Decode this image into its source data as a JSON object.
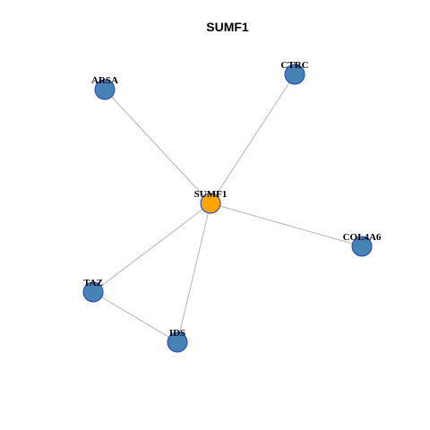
{
  "title": "SUMF1",
  "colors": {
    "hub": "#ffa500",
    "neighbor": "#4682b4",
    "node_border": "#1f3fbf",
    "edge": "#b3b3b3"
  },
  "nodes": [
    {
      "id": "SUMF1",
      "label": "SUMF1",
      "role": "hub"
    },
    {
      "id": "CTRC",
      "label": "CTRC",
      "role": "neighbor"
    },
    {
      "id": "ARSA",
      "label": "ARSA",
      "role": "neighbor"
    },
    {
      "id": "COL4A6",
      "label": "COL4A6",
      "role": "neighbor"
    },
    {
      "id": "TAZ",
      "label": "TAZ",
      "role": "neighbor"
    },
    {
      "id": "IDS",
      "label": "IDS",
      "role": "neighbor"
    }
  ],
  "edges": [
    {
      "source": "SUMF1",
      "target": "CTRC"
    },
    {
      "source": "SUMF1",
      "target": "ARSA"
    },
    {
      "source": "SUMF1",
      "target": "COL4A6"
    },
    {
      "source": "SUMF1",
      "target": "TAZ"
    },
    {
      "source": "SUMF1",
      "target": "IDS"
    },
    {
      "source": "TAZ",
      "target": "IDS"
    }
  ]
}
